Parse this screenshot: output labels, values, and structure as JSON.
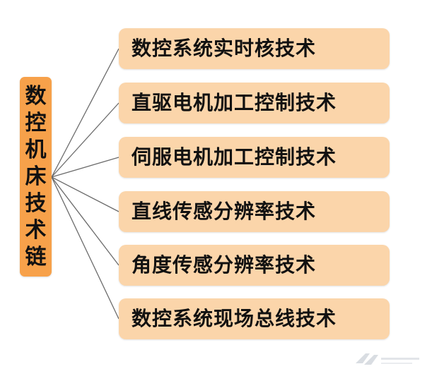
{
  "diagram": {
    "root": {
      "label": "数控机床技术链",
      "color": "#f7a14a"
    },
    "items": [
      {
        "label": "数控系统实时核技术"
      },
      {
        "label": "直驱电机加工控制技术"
      },
      {
        "label": "伺服电机加工控制技术"
      },
      {
        "label": "直线传感分辨率技术"
      },
      {
        "label": "角度传感分辨率技术"
      },
      {
        "label": "数控系统现场总线技术"
      }
    ],
    "box_color": "#fbd5aa",
    "connector_color": "#6b6b6b"
  }
}
